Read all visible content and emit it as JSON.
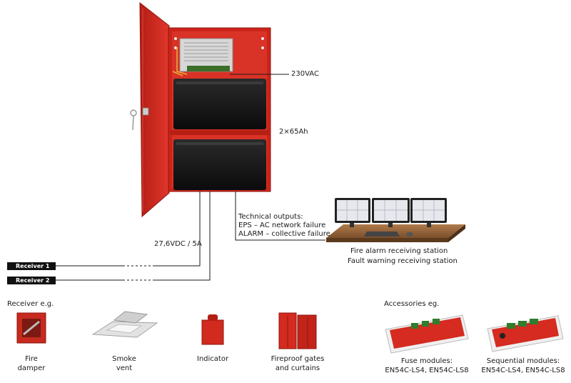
{
  "power_supply": {
    "mains_label": "230VAC",
    "battery_label": "2×65Ah",
    "output_label": "27,6VDC / 5A"
  },
  "technical_outputs": {
    "title": "Technical outputs:",
    "line1": "EPS – AC network failure",
    "line2": "ALARM – collective failure"
  },
  "station": {
    "line1": "Fire alarm receiving station",
    "line2": "Fault warning receiving station"
  },
  "receivers": [
    "Receiver 1",
    "Receiver 2"
  ],
  "receiver_section": {
    "title": "Receiver e.g.",
    "items": [
      {
        "line1": "Fire",
        "line2": "damper"
      },
      {
        "line1": "Smoke",
        "line2": "vent"
      },
      {
        "line1": "Indicator",
        "line2": ""
      },
      {
        "line1": "Fireproof gates",
        "line2": "and curtains"
      }
    ]
  },
  "accessories": {
    "title": "Accessories eg.",
    "items": [
      {
        "line1": "Fuse modules:",
        "line2": "EN54C-LS4, EN54C-LS8"
      },
      {
        "line1": "Sequential modules:",
        "line2": "EN54C-LS4, EN54C-LS8"
      }
    ]
  },
  "colors": {
    "enclosure": "#d42a1f",
    "receiver_badge": "#111111"
  }
}
